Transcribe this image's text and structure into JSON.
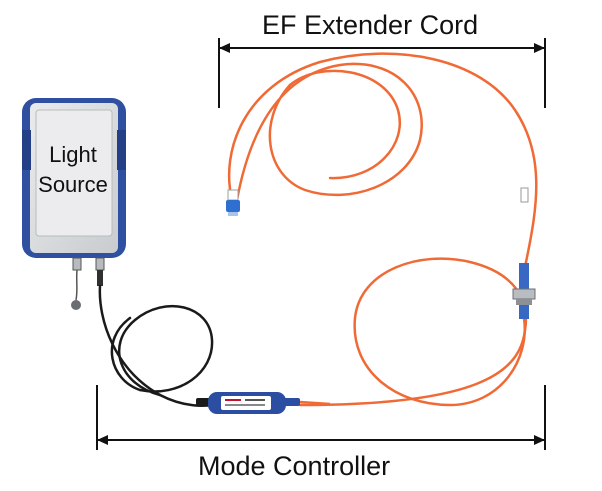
{
  "labels": {
    "top_dimension": "EF Extender Cord",
    "bottom_dimension": "Mode Controller",
    "device_line1": "Light",
    "device_line2": "Source"
  },
  "colors": {
    "orange_fiber": "#f06a36",
    "black_fiber": "#1a1a1a",
    "device_body": "#d6d8da",
    "device_side": "#2f4fa0",
    "controller": "#2b4ea3"
  }
}
